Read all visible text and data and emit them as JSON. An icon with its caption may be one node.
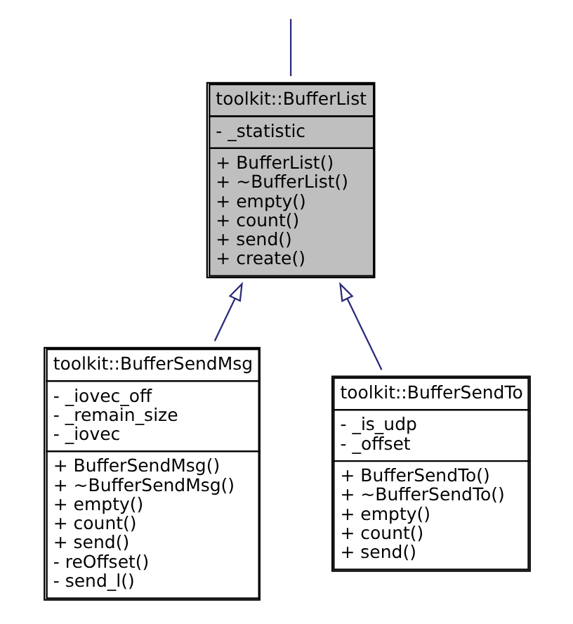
{
  "diagram": {
    "nodes": [
      {
        "text": [
          "toolkit::BufferList",
          "- _statistic",
          "+ BufferList() + ~BufferList() + empty() + count() + send() + create()"
        ]
      },
      {
        "text": [
          "toolkit::BufferSendMsg",
          "- _iovec_off - _remain_size - _iovec",
          "+ BufferSendMsg() + ~BufferSendMsg() + empty() + count() + send() - reOffset() - send_l()"
        ]
      },
      {
        "text": [
          "toolkit::BufferSendTo",
          "- _is_udp - _offset",
          "+ BufferSendTo() + ~BufferSendTo() + empty() + count() + send()"
        ]
      }
    ],
    "edges": [
      {
        "from": 0,
        "to": null,
        "arrow": "none"
      },
      {
        "from": 1,
        "to": 0,
        "arrow": "to"
      },
      {
        "from": 2,
        "to": 0,
        "arrow": "to"
      }
    ]
  }
}
